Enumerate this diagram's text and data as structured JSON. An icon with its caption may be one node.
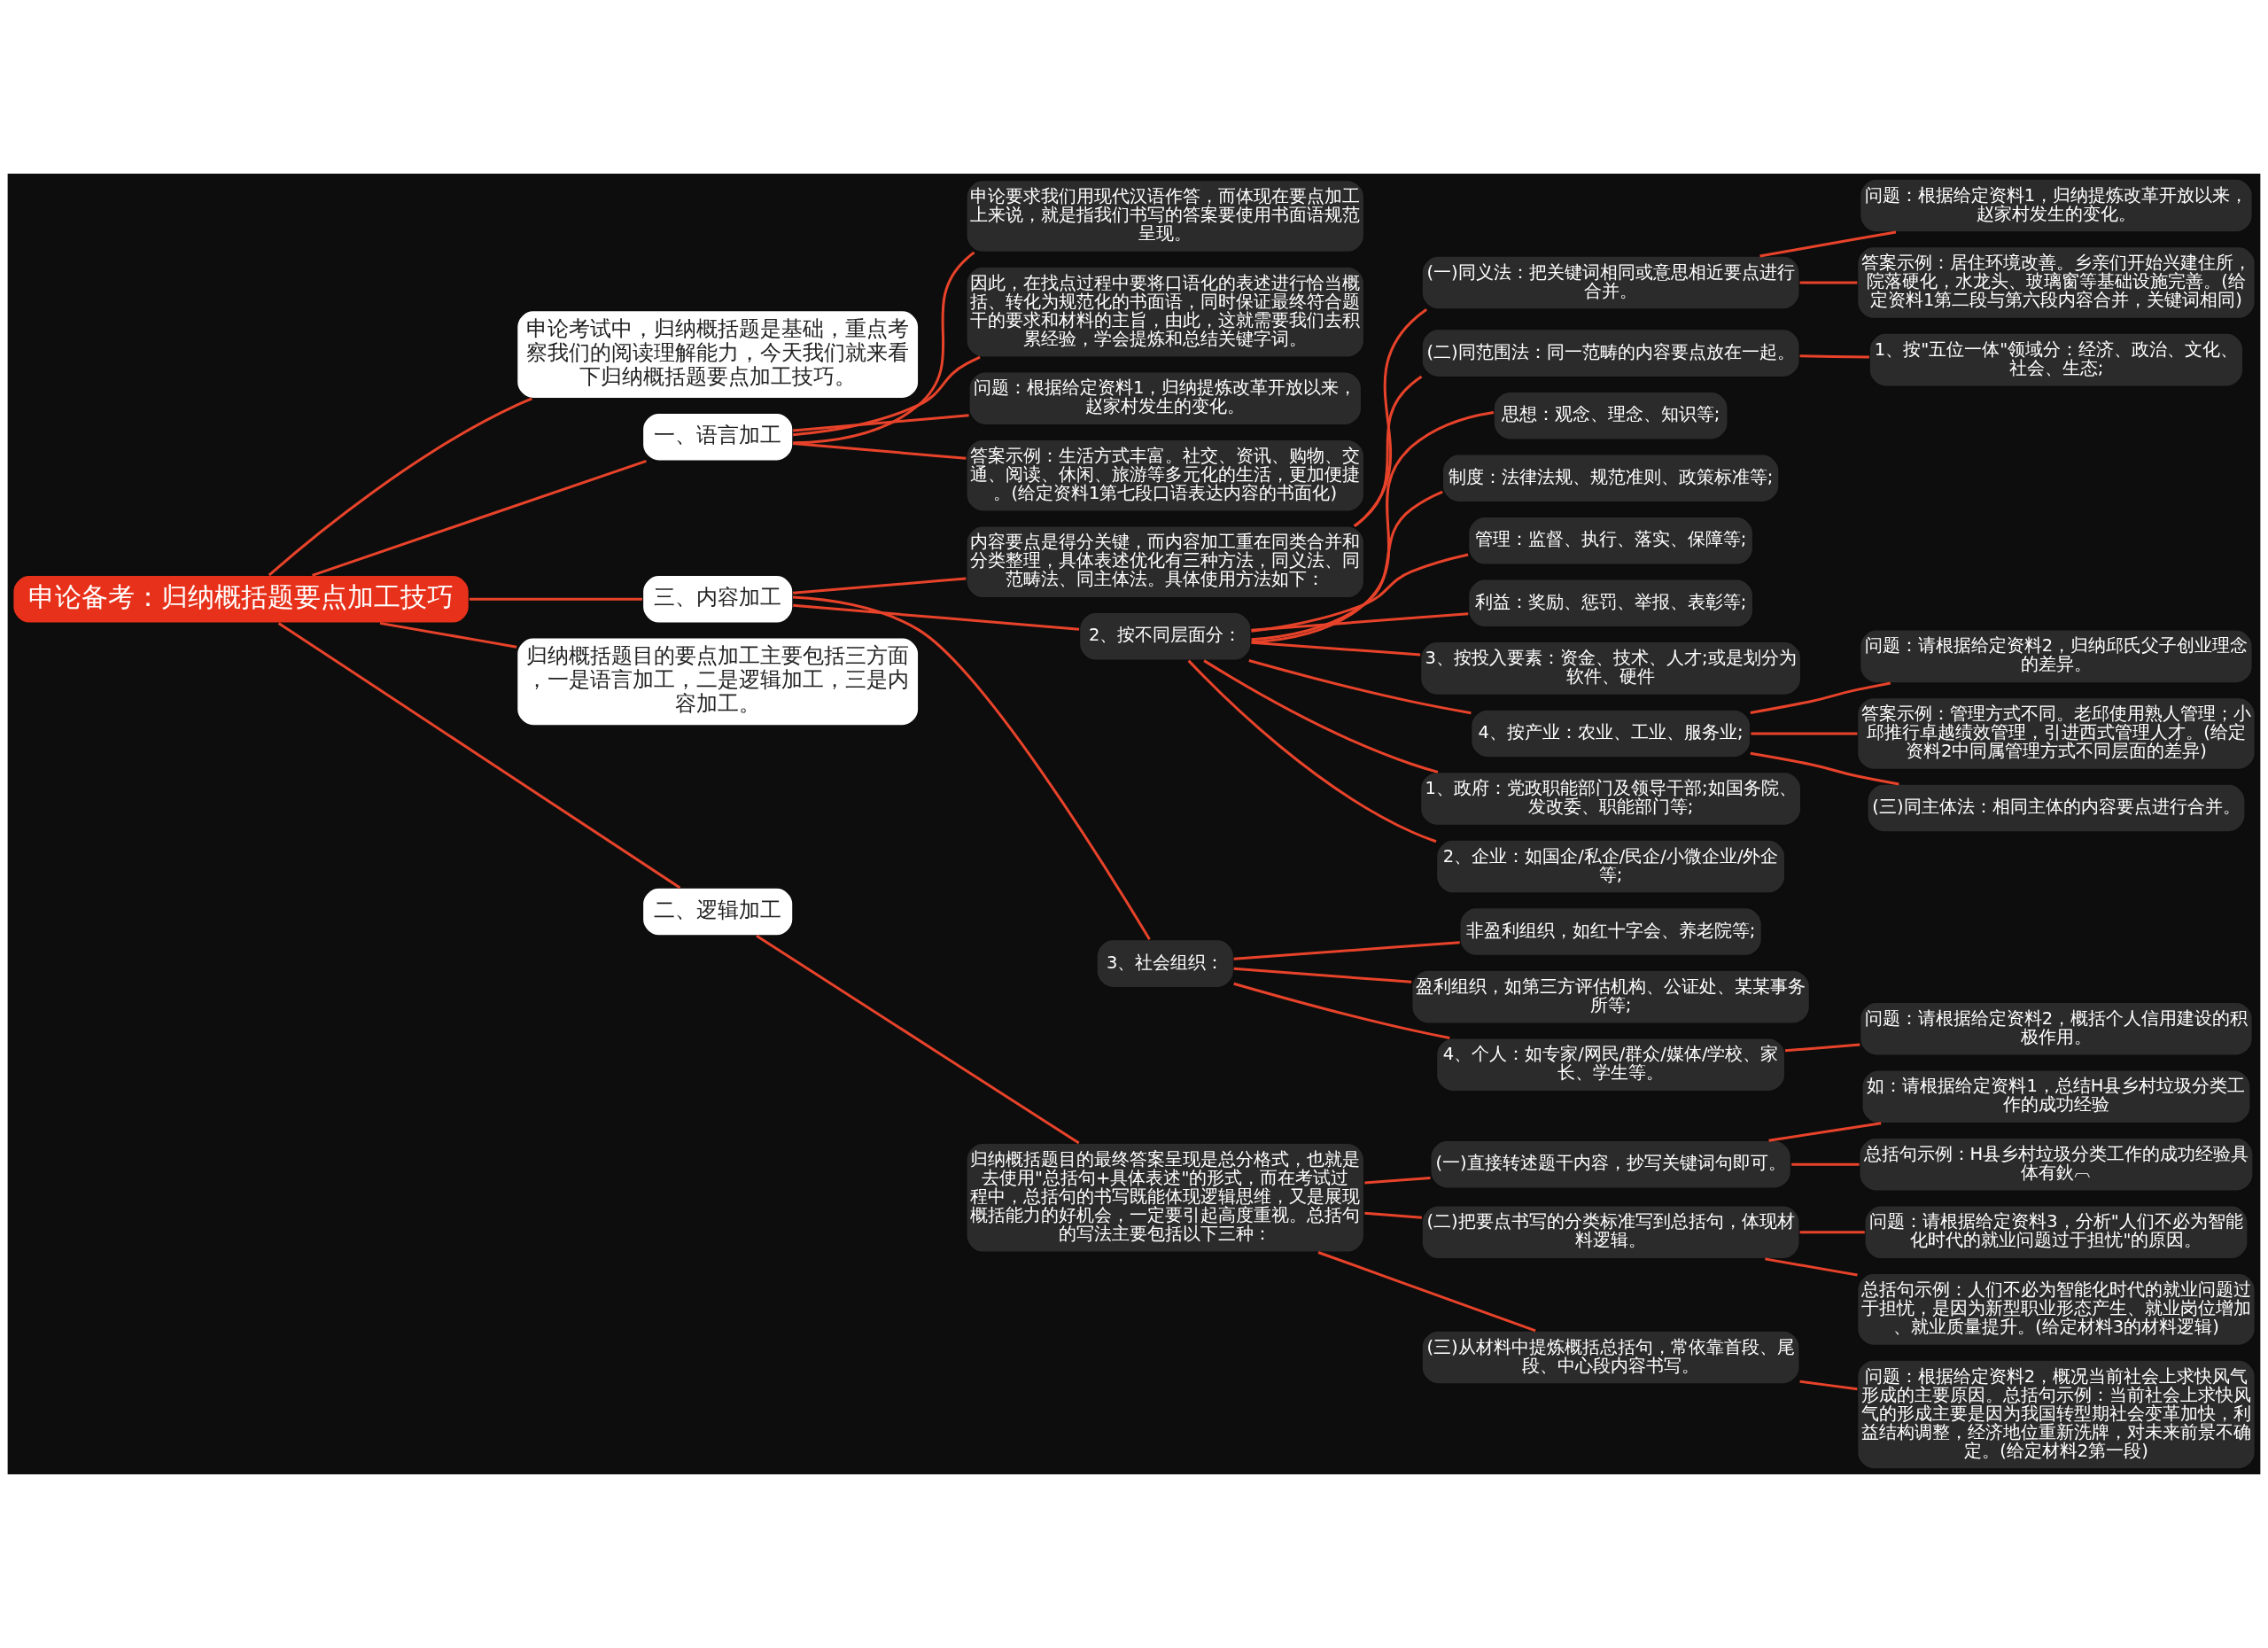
{
  "diagram": {
    "nodes": [
      {
        "text": [
          "申论备考：归纳概括题要点加工技巧"
        ]
      },
      {
        "text": [
          "申论考试中，归纳概括题是基础，重点考察我们的阅读理解能力，今天我们就来看下归纳概括题要点加工技巧。"
        ]
      },
      {
        "text": [
          "一、语言加工"
        ]
      },
      {
        "text": [
          "申论要求我们用现代汉语作答，而体现在要点加工上来说，就是指我们书写的答案要使用书面语规范呈现。"
        ]
      },
      {
        "text": [
          "因此，在找点过程中要将口语化的表述进行恰当概括、转化为规范化的书面语，同时保证最终符合题干的要求和材料的主旨，由此，这就需要我们去积累经验，学会提炼和总结关键字词。"
        ]
      },
      {
        "text": [
          "问题：根据给定资料1，归纳提炼改革开放以来，赵家村发生的变化。"
        ]
      },
      {
        "text": [
          "答案示例：生活方式丰富。社交、资讯、购物、交通、阅读、休闲、旅游等多元化的生活，更加便捷。(给定资料1第七段口语表达内容的书面化)"
        ]
      },
      {
        "text": [
          "三、内容加工"
        ]
      },
      {
        "text": [
          "内容要点是得分关键，而内容加工重在同类合并和分类整理，具体表述优化有三种方法，同义法、同范畴法、同主体法。具体使用方法如下："
        ]
      },
      {
        "text": [
          "(一)同义法：把关键词相同或意思相近要点进行合并。"
        ]
      },
      {
        "text": [
          "问题：根据给定资料1，归纳提炼改革开放以来，赵家村发生的变化。"
        ]
      },
      {
        "text": [
          "答案示例：居住环境改善。乡亲们开始兴建住所，院落硬化，水龙头、玻璃窗等基础设施完善。(给定资料1第二段与第六段内容合并，关键词相同)"
        ]
      },
      {
        "text": [
          "(二)同范围法：同一范畴的内容要点放在一起。"
        ]
      },
      {
        "text": [
          "1、按\"五位一体\"领域分：经济、政治、文化、社会、生态;"
        ]
      },
      {
        "text": [
          "2、按不同层面分："
        ]
      },
      {
        "text": [
          "思想：观念、理念、知识等;"
        ]
      },
      {
        "text": [
          "制度：法律法规、规范准则、政策标准等;"
        ]
      },
      {
        "text": [
          "管理：监督、执行、落实、保障等;"
        ]
      },
      {
        "text": [
          "利益：奖励、惩罚、举报、表彰等;"
        ]
      },
      {
        "text": [
          "3、按投入要素：资金、技术、人才;或是划分为软件、硬件"
        ]
      },
      {
        "text": [
          "4、按产业：农业、工业、服务业;"
        ]
      },
      {
        "text": [
          "问题：请根据给定资料2，归纳邱氏父子创业理念的差异。"
        ]
      },
      {
        "text": [
          "答案示例：管理方式不同。老邱使用熟人管理；小邱推行卓越绩效管理，引进西式管理人才。(给定资料2中同属管理方式不同层面的差异)"
        ]
      },
      {
        "text": [
          "(三)同主体法：相同主体的内容要点进行合并。"
        ]
      },
      {
        "text": [
          "1、政府：党政职能部门及领导干部;如国务院、发改委、职能部门等;"
        ]
      },
      {
        "text": [
          "2、企业：如国企/私企/民企/小微企业/外企等;"
        ]
      },
      {
        "text": [
          "3、社会组织："
        ]
      },
      {
        "text": [
          "非盈利组织，如红十字会、养老院等;"
        ]
      },
      {
        "text": [
          "盈利组织，如第三方评估机构、公证处、某某事务所等;"
        ]
      },
      {
        "text": [
          "4、个人：如专家/网民/群众/媒体/学校、家长、学生等。"
        ]
      },
      {
        "text": [
          "问题：请根据给定资料2，概括个人信用建设的积极作用。"
        ]
      },
      {
        "text": [
          "归纳概括题目的要点加工主要包括三方面，一是语言加工，二是逻辑加工，三是内容加工。"
        ]
      },
      {
        "text": [
          "二、逻辑加工"
        ]
      },
      {
        "text": [
          "归纳概括题目的最终答案呈现是总分格式，也就是去使用\"总括句+具体表述\"的形式，而在考试过程中，总括句的书写既能体现逻辑思维，又是展现概括能力的好机会，一定要引起高度重视。总括句的写法主要包括以下三种："
        ]
      },
      {
        "text": [
          "(一)直接转述题干内容，抄写关键词句即可。"
        ]
      },
      {
        "text": [
          "如：请根据给定资料1，总结H县乡村垃圾分类工作的成功经验"
        ]
      },
      {
        "text": [
          "总括句示例：H县乡村垃圾分类工作的成功经验具体有鈥︹"
        ]
      },
      {
        "text": [
          "(二)把要点书写的分类标准写到总括句，体现材料逻辑。"
        ]
      },
      {
        "text": [
          "问题：请根据给定资料3，分析\"人们不必为智能化时代的就业问题过于担忧\"的原因。"
        ]
      },
      {
        "text": [
          "总括句示例：人们不必为智能化时代的就业问题过于担忧，是因为新型职业形态产生、就业岗位增加、就业质量提升。(给定材料3的材料逻辑)"
        ]
      },
      {
        "text": [
          "(三)从材料中提炼概括总括句，常依靠首段、尾段、中心段内容书写。"
        ]
      },
      {
        "text": [
          "问题：根据给定资料2，概况当前社会上求快风气形成的主要原因。总括句示例：当前社会上求快风气的形成主要是因为我国转型期社会变革加快，利益结构调整，经济地位重新洗牌，对未来前景不确定。(给定材料2第一段)"
        ]
      }
    ],
    "edges": [
      {
        "from": 0,
        "to": 1,
        "arrow": "none"
      },
      {
        "from": 0,
        "to": 2,
        "arrow": "none"
      },
      {
        "from": 2,
        "to": 3,
        "arrow": "none"
      },
      {
        "from": 2,
        "to": 4,
        "arrow": "none"
      },
      {
        "from": 2,
        "to": 5,
        "arrow": "none"
      },
      {
        "from": 2,
        "to": 6,
        "arrow": "none"
      },
      {
        "from": 0,
        "to": 7,
        "arrow": "none"
      },
      {
        "from": 7,
        "to": 8,
        "arrow": "none"
      },
      {
        "from": 8,
        "to": 9,
        "arrow": "none"
      },
      {
        "from": 9,
        "to": 10,
        "arrow": "none"
      },
      {
        "from": 9,
        "to": 11,
        "arrow": "none"
      },
      {
        "from": 8,
        "to": 12,
        "arrow": "none"
      },
      {
        "from": 12,
        "to": 13,
        "arrow": "none"
      },
      {
        "from": 7,
        "to": 14,
        "arrow": "none"
      },
      {
        "from": 14,
        "to": 15,
        "arrow": "none"
      },
      {
        "from": 14,
        "to": 16,
        "arrow": "none"
      },
      {
        "from": 14,
        "to": 17,
        "arrow": "none"
      },
      {
        "from": 14,
        "to": 18,
        "arrow": "none"
      },
      {
        "from": 14,
        "to": 19,
        "arrow": "none"
      },
      {
        "from": 14,
        "to": 20,
        "arrow": "none"
      },
      {
        "from": 20,
        "to": 21,
        "arrow": "none"
      },
      {
        "from": 20,
        "to": 22,
        "arrow": "none"
      },
      {
        "from": 20,
        "to": 23,
        "arrow": "none"
      },
      {
        "from": 14,
        "to": 24,
        "arrow": "none"
      },
      {
        "from": 14,
        "to": 25,
        "arrow": "none"
      },
      {
        "from": 7,
        "to": 26,
        "arrow": "none"
      },
      {
        "from": 26,
        "to": 27,
        "arrow": "none"
      },
      {
        "from": 26,
        "to": 28,
        "arrow": "none"
      },
      {
        "from": 26,
        "to": 29,
        "arrow": "none"
      },
      {
        "from": 29,
        "to": 30,
        "arrow": "none"
      },
      {
        "from": 0,
        "to": 31,
        "arrow": "none"
      },
      {
        "from": 0,
        "to": 32,
        "arrow": "none"
      },
      {
        "from": 32,
        "to": 33,
        "arrow": "none"
      },
      {
        "from": 33,
        "to": 34,
        "arrow": "none"
      },
      {
        "from": 34,
        "to": 35,
        "arrow": "none"
      },
      {
        "from": 34,
        "to": 36,
        "arrow": "none"
      },
      {
        "from": 33,
        "to": 37,
        "arrow": "none"
      },
      {
        "from": 37,
        "to": 38,
        "arrow": "none"
      },
      {
        "from": 37,
        "to": 39,
        "arrow": "none"
      },
      {
        "from": 33,
        "to": 40,
        "arrow": "none"
      },
      {
        "from": 40,
        "to": 41,
        "arrow": "none"
      }
    ]
  }
}
